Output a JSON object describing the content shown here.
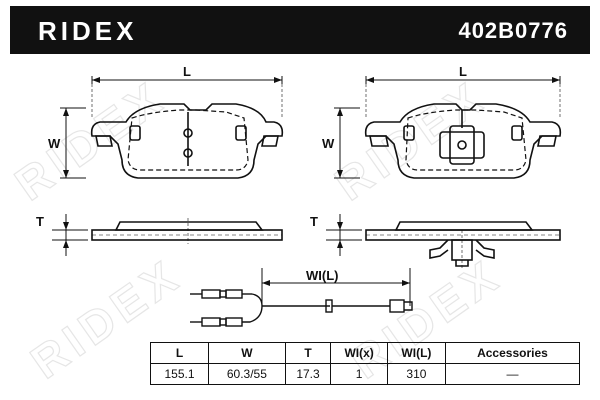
{
  "header": {
    "brand": "RIDEX",
    "part_number": "402B0776"
  },
  "drawing": {
    "length_label": "L",
    "width_label": "W",
    "thickness_label": "T",
    "wear_indicator_label": "WI(L)"
  },
  "watermark": "RIDEX",
  "spec_table": {
    "headers": [
      "L",
      "W",
      "T",
      "WI(x)",
      "WI(L)",
      "Accessories"
    ],
    "values": [
      "155.1",
      "60.3/55",
      "17.3",
      "1",
      "310",
      "—"
    ]
  }
}
